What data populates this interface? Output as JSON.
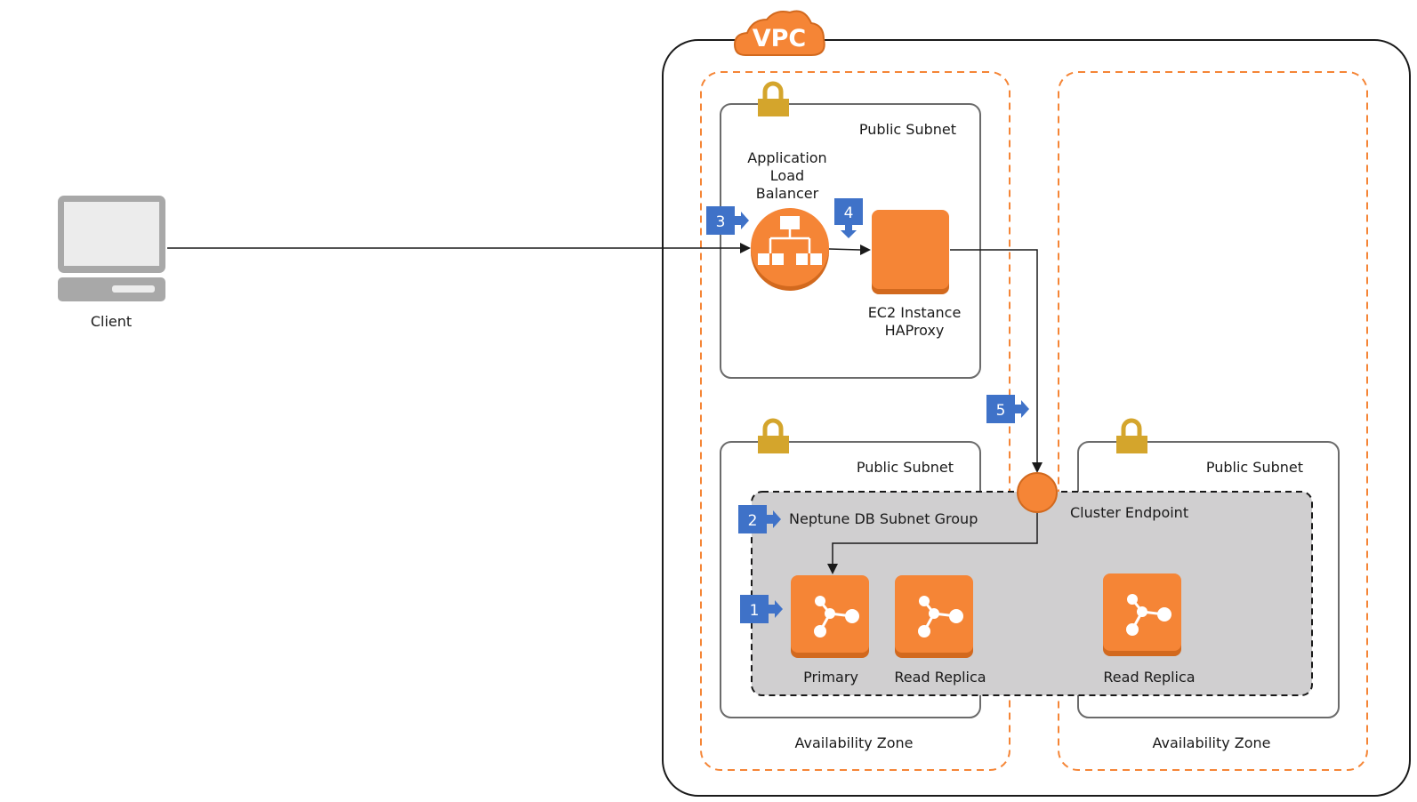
{
  "vpc": {
    "label": "VPC"
  },
  "availability_zones": [
    {
      "label": "Availability Zone"
    },
    {
      "label": "Availability Zone"
    }
  ],
  "subnets": {
    "top_left": "Public Subnet",
    "bottom_left": "Public Subnet",
    "bottom_right": "Public Subnet"
  },
  "client": {
    "label": "Client"
  },
  "load_balancer": {
    "line1": "Application",
    "line2": "Load",
    "line3": "Balancer"
  },
  "ec2": {
    "line1": "EC2 Instance",
    "line2": "HAProxy"
  },
  "subnet_group": {
    "label": "Neptune DB Subnet Group"
  },
  "cluster_endpoint": {
    "label": "Cluster Endpoint"
  },
  "instances": {
    "primary": "Primary",
    "replica_1": "Read Replica",
    "replica_2": "Read Replica"
  },
  "steps": [
    "1",
    "2",
    "3",
    "4",
    "5"
  ],
  "colors": {
    "orange": "#f58536",
    "dark_orange": "#d2691e",
    "step_blue": "#3f72c8",
    "lock_gold": "#d4a52c",
    "group_gray": "#d0cfd0"
  }
}
